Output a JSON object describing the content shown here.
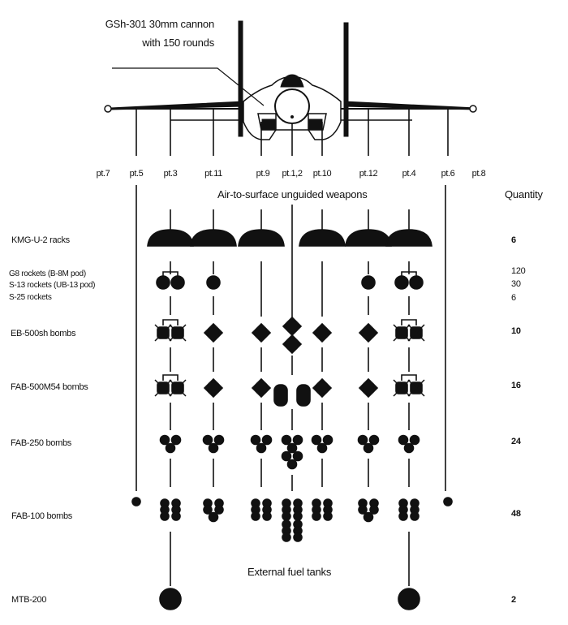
{
  "title": "Air-to-surface unguided weapons loading diagram",
  "cannon_callout": {
    "line1": "GSh-301 30mm cannon",
    "line2": "with 150 rounds"
  },
  "hardpoints": [
    {
      "id": "pt7",
      "label": "pt.7"
    },
    {
      "id": "pt5",
      "label": "pt.5"
    },
    {
      "id": "pt3",
      "label": "pt.3"
    },
    {
      "id": "pt11",
      "label": "pt.11"
    },
    {
      "id": "pt9",
      "label": "pt.9"
    },
    {
      "id": "pt12c",
      "label": "pt.1,2"
    },
    {
      "id": "pt10",
      "label": "pt.10"
    },
    {
      "id": "pt12",
      "label": "pt.12"
    },
    {
      "id": "pt4",
      "label": "pt.4"
    },
    {
      "id": "pt6",
      "label": "pt.6"
    },
    {
      "id": "pt8",
      "label": "pt.8"
    }
  ],
  "section_headers": {
    "unguided": "Air-to-surface unguided weapons",
    "quantity": "Quantity",
    "fuel": "External fuel tanks"
  },
  "weapon_rows": [
    {
      "id": "kmg",
      "labels": [
        "KMG-U-2 racks"
      ],
      "quantities": [
        "6"
      ],
      "stations": {
        "pt3": "rack",
        "pt11": "rack",
        "pt9": "rack",
        "pt10": "rack",
        "pt12": "rack",
        "pt4": "rack"
      }
    },
    {
      "id": "rockets",
      "labels": [
        "G8 rockets (B-8M pod)",
        "S-13 rockets (UB-13 pod)",
        "S-25 rockets"
      ],
      "quantities": [
        "120",
        "30",
        "6"
      ],
      "stations": {
        "pt3": "pod-x2",
        "pt11": "pod-x1",
        "pt12": "pod-x1",
        "pt4": "pod-x2"
      }
    },
    {
      "id": "eb500",
      "labels": [
        "EB-500sh bombs"
      ],
      "quantities": [
        "10"
      ],
      "stations": {
        "pt3": "spiky-x2",
        "pt11": "bomb-x1",
        "pt9": "bomb-x1",
        "pt12c": "bomb-tandem",
        "pt10": "bomb-x1",
        "pt12": "bomb-x1",
        "pt4": "spiky-x2"
      }
    },
    {
      "id": "fab500",
      "labels": [
        "FAB-500M54 bombs"
      ],
      "quantities": [
        "16"
      ],
      "stations": {
        "pt3": "spiky-x2",
        "pt11": "bomb-x1",
        "pt9": "bomb-x1",
        "pt12c": "side-pair",
        "pt10": "bomb-x1",
        "pt12": "bomb-x1",
        "pt4": "spiky-x2"
      }
    },
    {
      "id": "fab250",
      "labels": [
        "FAB-250 bombs"
      ],
      "quantities": [
        "24"
      ],
      "stations": {
        "pt3": "cluster-3",
        "pt11": "cluster-3",
        "pt9": "cluster-3",
        "pt12c": "cluster-3x2",
        "pt10": "cluster-3",
        "pt12": "cluster-3",
        "pt4": "cluster-3"
      }
    },
    {
      "id": "fab100",
      "labels": [
        "FAB-100 bombs"
      ],
      "quantities": [
        "48"
      ],
      "stations": {
        "pt5": "small",
        "pt3": "stack-6",
        "pt11": "stack-5",
        "pt9": "stack-6",
        "pt12c": "stack-6x2",
        "pt10": "stack-6",
        "pt12": "stack-5",
        "pt4": "stack-6",
        "pt6": "small"
      }
    },
    {
      "id": "mtb",
      "labels": [
        "MTB-200"
      ],
      "quantities": [
        "2"
      ],
      "stations": {
        "pt3": "tank",
        "pt4": "tank"
      }
    }
  ],
  "colors": {
    "ink": "#111111",
    "background": "#ffffff"
  }
}
